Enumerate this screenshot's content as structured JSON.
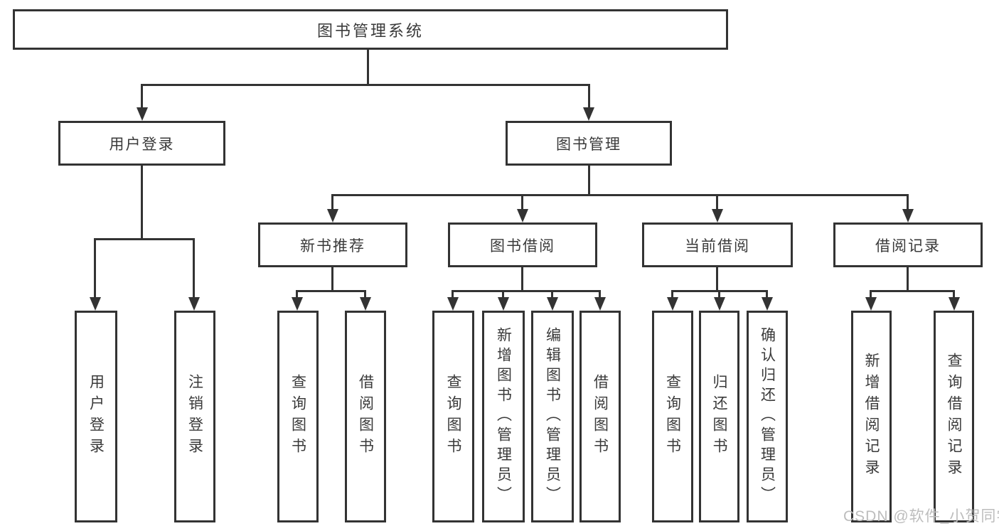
{
  "tree": {
    "root": {
      "label": "图书管理系统",
      "children": [
        {
          "label": "用户登录",
          "children": [
            {
              "label": "用户登录"
            },
            {
              "label": "注销登录"
            }
          ]
        },
        {
          "label": "图书管理",
          "children": [
            {
              "label": "新书推荐",
              "children": [
                {
                  "label": "查询图书"
                },
                {
                  "label": "借阅图书"
                }
              ]
            },
            {
              "label": "图书借阅",
              "children": [
                {
                  "label": "查询图书"
                },
                {
                  "label": "新增图书（管理员）"
                },
                {
                  "label": "编辑图书（管理员）"
                },
                {
                  "label": "借阅图书"
                }
              ]
            },
            {
              "label": "当前借阅",
              "children": [
                {
                  "label": "查询图书"
                },
                {
                  "label": "归还图书"
                },
                {
                  "label": "确认归还（管理员）"
                }
              ]
            },
            {
              "label": "借阅记录",
              "children": [
                {
                  "label": "新增借阅记录"
                },
                {
                  "label": "查询借阅记录"
                }
              ]
            }
          ]
        }
      ]
    }
  },
  "watermark": {
    "text": "CSDN @软件_小贺同学"
  }
}
